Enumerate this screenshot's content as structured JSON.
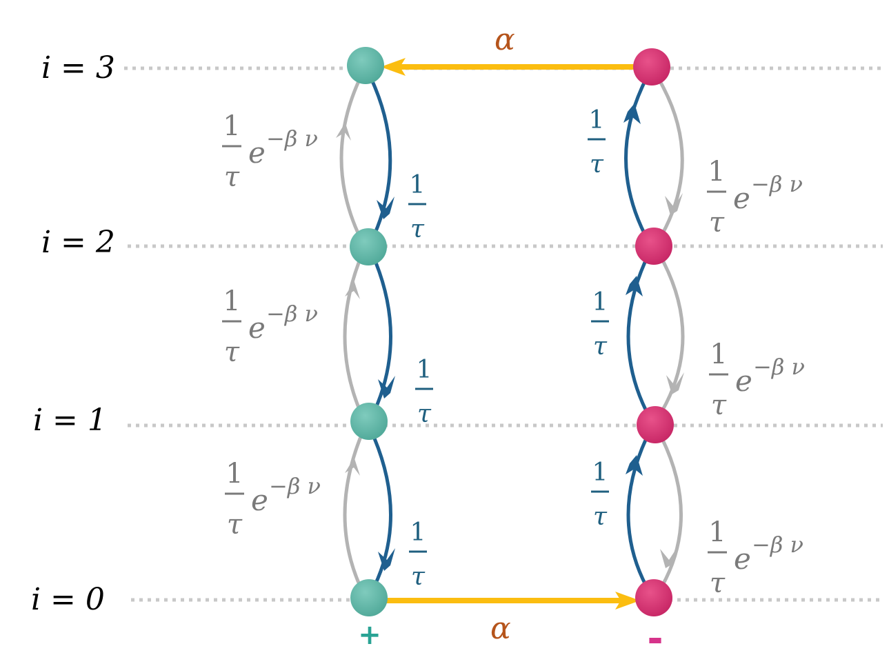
{
  "levels": [
    {
      "label": "i = 3"
    },
    {
      "label": "i = 2"
    },
    {
      "label": "i = 1"
    },
    {
      "label": "i = 0"
    }
  ],
  "rates": {
    "one": "1",
    "tau": "τ",
    "exp_base": "e",
    "exp_power": "−β ν",
    "alpha": "α"
  },
  "signs": {
    "plus": "+",
    "minus": "-"
  },
  "colors": {
    "plus_node": "#5fb8a8",
    "minus_node": "#d6336f",
    "blue_arrow": "#1f5f8f",
    "gray_arrow": "#b3b3b3",
    "alpha_arrow": "#fbbd10",
    "alpha_text": "#b5541b",
    "gray_text": "#7a7a7a",
    "blue_text": "#1f5f7f",
    "plus_text": "#29a394",
    "minus_text": "#d6338a",
    "dotted_line": "#c8c8c8"
  }
}
